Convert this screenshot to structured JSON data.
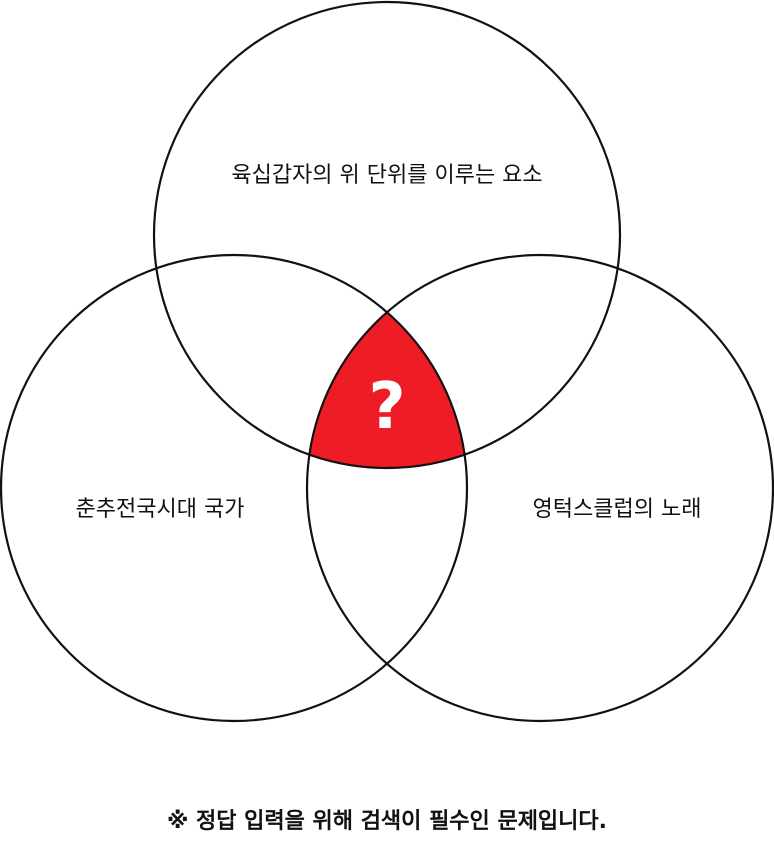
{
  "diagram": {
    "sets": [
      {
        "id": "top",
        "label": "육십갑자의 위 단위를 이루는 요소"
      },
      {
        "id": "left",
        "label": "춘추전국시대 국가"
      },
      {
        "id": "right",
        "label": "영턱스클럽의 노래"
      }
    ],
    "center": {
      "symbol": "?",
      "fill_color": "#ee1c25"
    },
    "outline_color": "#111111"
  },
  "footer": {
    "note": "※ 정답 입력을 위해 검색이 필수인 문제입니다."
  }
}
